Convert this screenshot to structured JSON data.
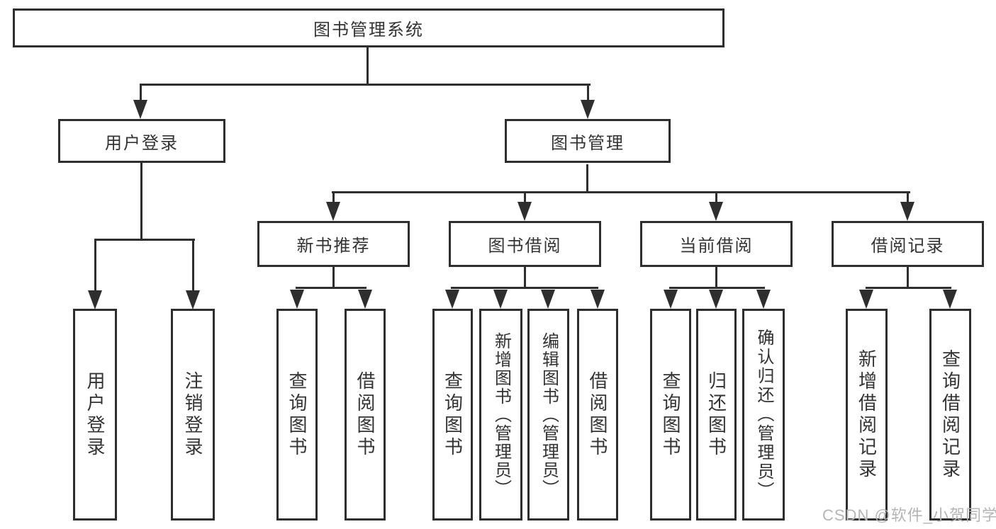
{
  "diagram": {
    "type": "hierarchy-tree",
    "title": "图书管理系统",
    "hierarchy": {
      "图书管理系统": {
        "用户登录": [
          "用户登录",
          "注销登录"
        ],
        "图书管理": {
          "新书推荐": [
            "查询图书",
            "借阅图书"
          ],
          "图书借阅": [
            "查询图书",
            "新增图书（管理员）",
            "编辑图书（管理员）",
            "借阅图书"
          ],
          "当前借阅": [
            "查询图书",
            "归还图书",
            "确认归还（管理员）"
          ],
          "借阅记录": [
            "新增借阅记录",
            "查询借阅记录"
          ]
        }
      }
    }
  },
  "nodes": {
    "root": {
      "label": "图书管理系统"
    },
    "user_login": {
      "label": "用户登录"
    },
    "book_mgmt": {
      "label": "图书管理"
    },
    "new_book_rec": {
      "label": "新书推荐"
    },
    "book_borrow": {
      "label": "图书借阅"
    },
    "current_borrow": {
      "label": "当前借阅"
    },
    "borrow_record": {
      "label": "借阅记录"
    },
    "user_login_leaf": {
      "label": "用户登录"
    },
    "logout_leaf": {
      "label": "注销登录"
    },
    "nbr_query": {
      "label": "查询图书"
    },
    "nbr_borrow": {
      "label": "借阅图书"
    },
    "bb_query": {
      "label": "查询图书"
    },
    "bb_add": {
      "label": "新增图书（管理员）"
    },
    "bb_edit": {
      "label": "编辑图书（管理员）"
    },
    "bb_borrow": {
      "label": "借阅图书"
    },
    "cb_query": {
      "label": "查询图书"
    },
    "cb_return": {
      "label": "归还图书"
    },
    "cb_confirm": {
      "label": "确认归还（管理员）"
    },
    "br_add": {
      "label": "新增借阅记录"
    },
    "br_query": {
      "label": "查询借阅记录"
    }
  },
  "watermark": {
    "text": "CSDN @软件_小贺同学"
  },
  "colors": {
    "line": "#2e2e2e",
    "text": "#333333",
    "watermark": "#b5b5b5",
    "background": "#ffffff"
  }
}
